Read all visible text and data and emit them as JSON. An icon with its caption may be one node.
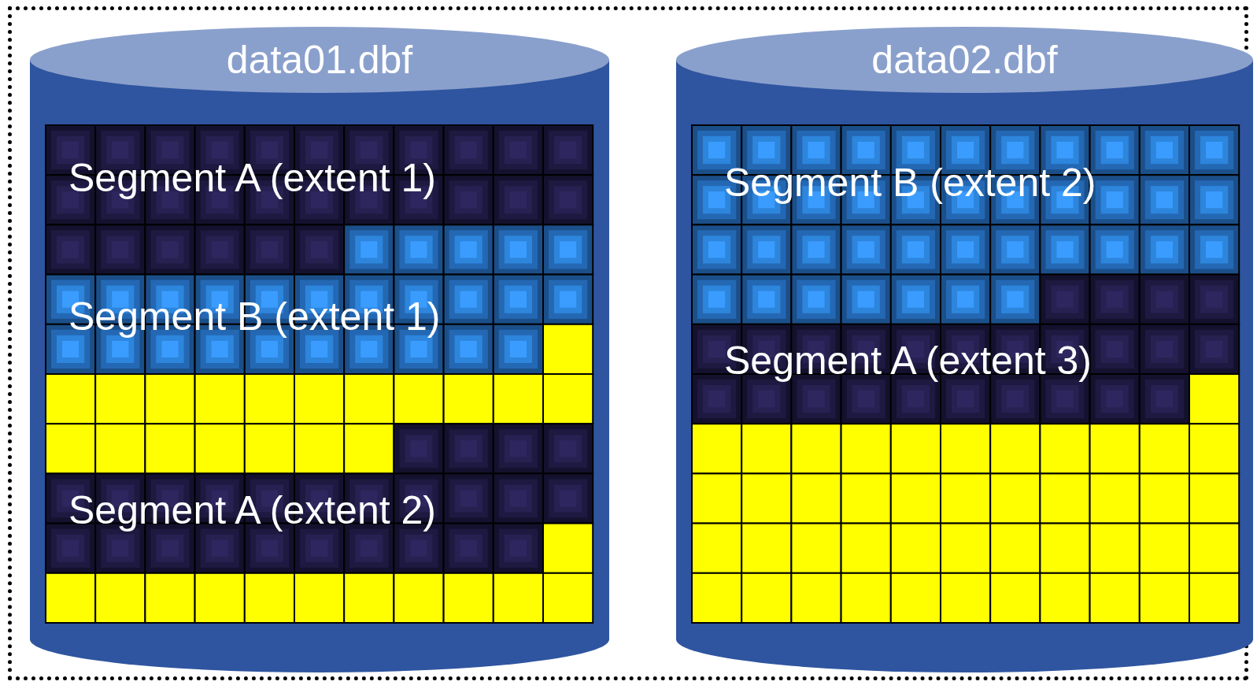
{
  "diagram": {
    "nodes": [
      {
        "text": [
          "data01.dbf"
        ]
      },
      {
        "text": [
          "data02.dbf"
        ]
      }
    ],
    "edges": [],
    "labels": [
      "Segment A (extent 1)",
      "Segment B (extent 1)",
      "Segment A (extent 2)",
      "Segment B (extent 2)",
      "Segment A (extent 3)"
    ]
  }
}
